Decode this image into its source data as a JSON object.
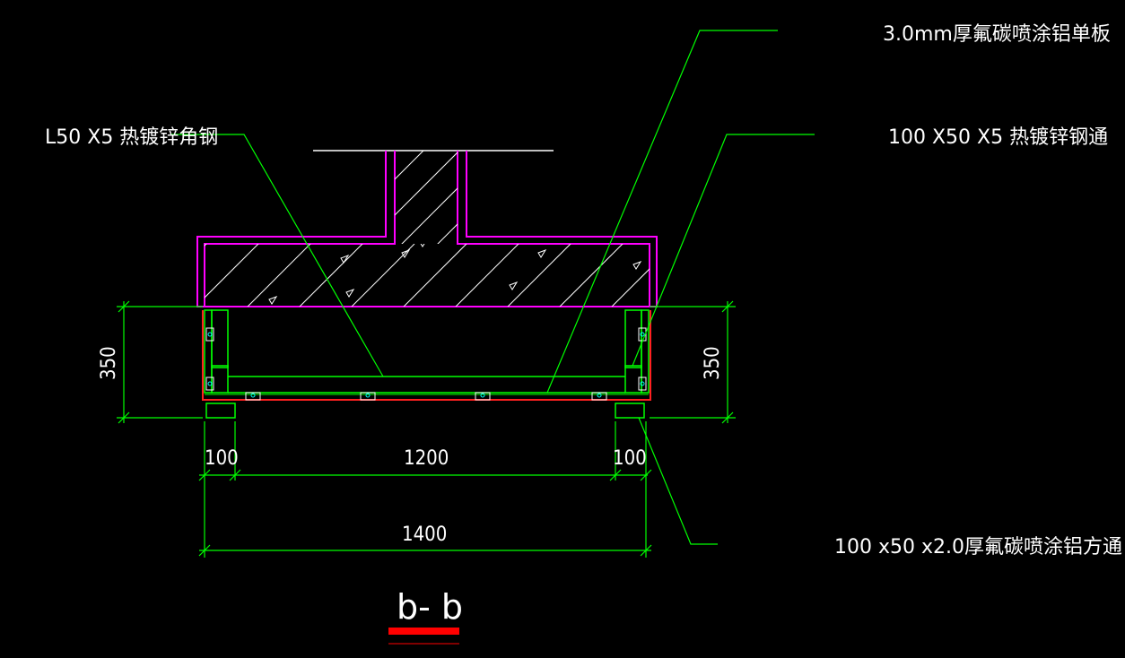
{
  "colors": {
    "background": "#000000",
    "leader": "#00ff00",
    "outline": "#ff00ff",
    "frame": "#00ff00",
    "panel": "#ff2020",
    "text": "#ffffff",
    "hatch": "#ffffff",
    "title_underline": "#ff0000"
  },
  "labels": {
    "panel": "3.0mm厚氟碳喷涂铝单板",
    "angle_steel": "L50 X5 热镀锌角钢",
    "steel_tube": "100 X50 X5 热镀锌钢通",
    "square_tube": "100 x50 x2.0厚氟碳喷涂铝方通"
  },
  "dimensions": {
    "height_left": "350",
    "height_right": "350",
    "left_width": "100",
    "center_width": "1200",
    "right_width": "100",
    "total_width": "1400"
  },
  "section_title": "b- b"
}
